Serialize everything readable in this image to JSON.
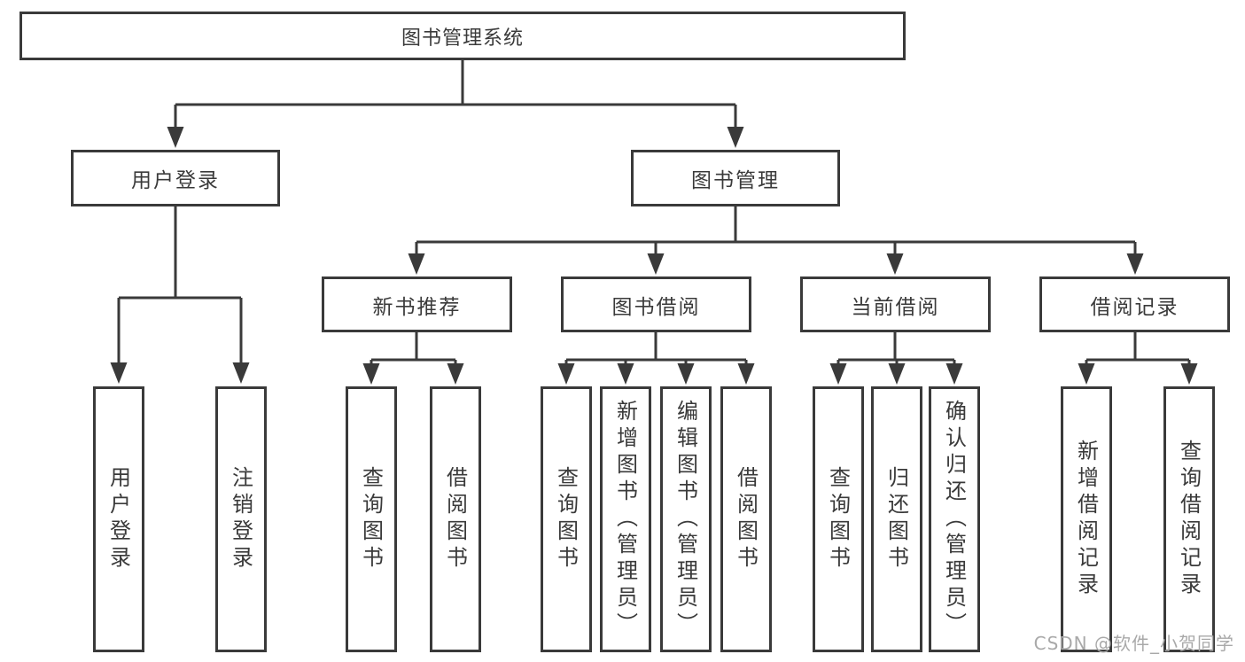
{
  "colors": {
    "background": "#ffffff",
    "box_bg": "#ffffff",
    "line": "#3a3a3a",
    "text": "#3a3a3a",
    "watermark": "#a9a9a9"
  },
  "tree": {
    "root": "图书管理系统",
    "branches": [
      {
        "label": "用户登录",
        "children": [
          {
            "label": "用户登录"
          },
          {
            "label": "注销登录"
          }
        ]
      },
      {
        "label": "图书管理",
        "groups": [
          {
            "label": "新书推荐",
            "children": [
              {
                "label": "查询图书"
              },
              {
                "label": "借阅图书"
              }
            ]
          },
          {
            "label": "图书借阅",
            "children": [
              {
                "label": "查询图书"
              },
              {
                "label": "新增图书（管理员）"
              },
              {
                "label": "编辑图书（管理员）"
              },
              {
                "label": "借阅图书"
              }
            ]
          },
          {
            "label": "当前借阅",
            "children": [
              {
                "label": "查询图书"
              },
              {
                "label": "归还图书"
              },
              {
                "label": "确认归还（管理员）"
              }
            ]
          },
          {
            "label": "借阅记录",
            "children": [
              {
                "label": "新增借阅记录"
              },
              {
                "label": "查询借阅记录"
              }
            ]
          }
        ]
      }
    ]
  },
  "watermark": "CSDN @软件_小贺同学"
}
